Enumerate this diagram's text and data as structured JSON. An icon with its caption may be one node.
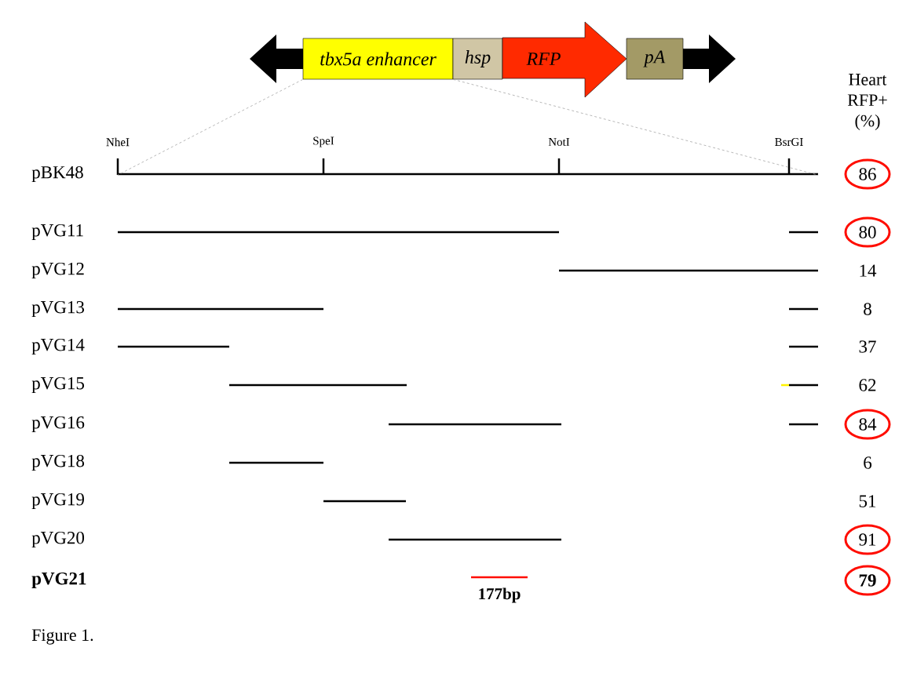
{
  "diagram": {
    "nodes": [
      {
        "text": [],
        "shape": "arrow"
      },
      {
        "text": [
          "tbx5a enhancer"
        ]
      },
      {
        "text": [
          "hsp"
        ]
      },
      {
        "text": [
          "RFP"
        ]
      },
      {
        "text": [
          "pA"
        ]
      },
      {
        "text": [],
        "shape": "arrow"
      },
      {
        "text": [
          "86"
        ]
      },
      {
        "text": [
          "80"
        ]
      },
      {
        "text": [
          "84"
        ]
      },
      {
        "text": [
          "91"
        ]
      },
      {
        "text": [
          "79"
        ]
      },
      {
        "text": [],
        "shape": "bar"
      }
    ],
    "edges": [
      {
        "from": 1,
        "to": 11,
        "arrow": "none",
        "style": "dashed"
      },
      {
        "from": 1,
        "to": 11,
        "arrow": "none",
        "style": "dashed"
      }
    ],
    "labels": [
      "Heart RFP+ (%)",
      "NheI",
      "SpeI",
      "NotI",
      "BsrGI",
      "pBK48",
      "pVG11",
      "pVG12",
      "14",
      "pVG13",
      "8",
      "pVG14",
      "37",
      "pVG15",
      "62",
      "pVG16",
      "pVG18",
      "6",
      "pVG19",
      "51",
      "pVG20",
      "pVG21",
      "177bp"
    ],
    "caption": "Figure 1."
  }
}
